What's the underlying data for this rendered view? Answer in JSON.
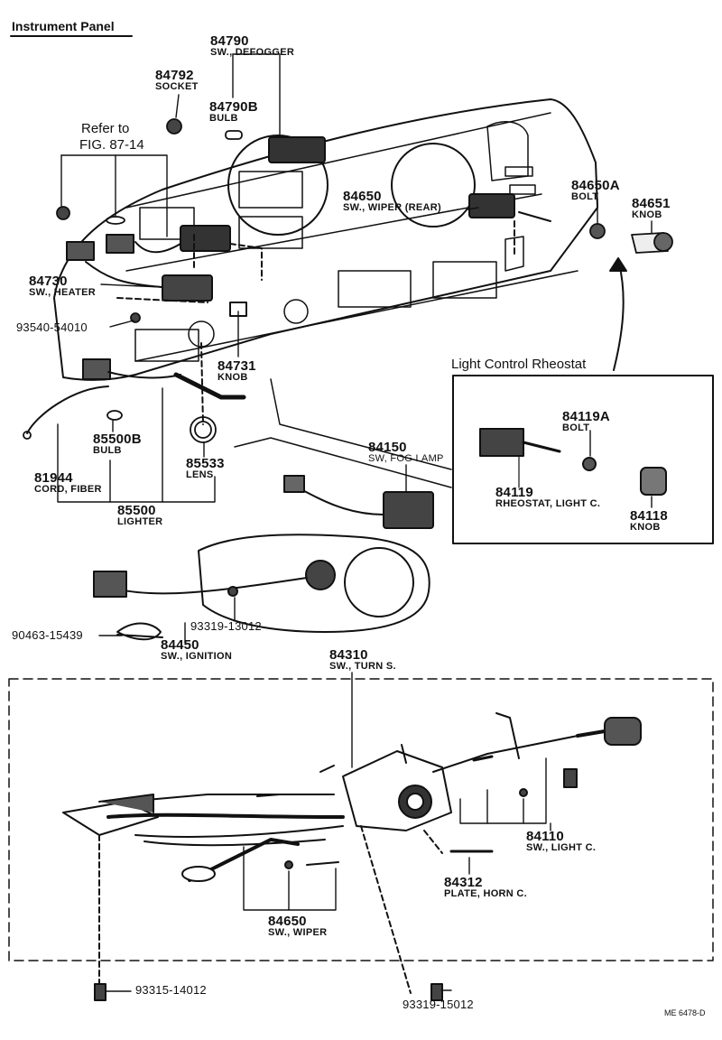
{
  "title": "Instrument Panel",
  "inset_title": "Light Control Rheostat",
  "doc_code": "ME 6478-D",
  "reference": {
    "line1": "Refer to",
    "line2": "FIG. 87-14"
  },
  "parts": [
    {
      "id": "p84790",
      "number": "84790",
      "name": "SW., DEFOGGER"
    },
    {
      "id": "p84792",
      "number": "84792",
      "name": "SOCKET"
    },
    {
      "id": "p84790b",
      "number": "84790B",
      "name": "BULB"
    },
    {
      "id": "p84650a",
      "number": "84650A",
      "name": "BOLT"
    },
    {
      "id": "p84651",
      "number": "84651",
      "name": "KNOB"
    },
    {
      "id": "p84650r",
      "number": "84650",
      "name": "SW., WIPER (REAR)"
    },
    {
      "id": "p84730",
      "number": "84730",
      "name": "SW., HEATER"
    },
    {
      "id": "p93540",
      "number": "93540-54010",
      "name": ""
    },
    {
      "id": "p84731",
      "number": "84731",
      "name": "KNOB"
    },
    {
      "id": "p85500b",
      "number": "85500B",
      "name": "BULB"
    },
    {
      "id": "p85533",
      "number": "85533",
      "name": "LENS"
    },
    {
      "id": "p81944",
      "number": "81944",
      "name": "CORD, FIBER"
    },
    {
      "id": "p85500",
      "number": "85500",
      "name": "LIGHTER"
    },
    {
      "id": "p84150",
      "number": "84150",
      "name": "SW, FOG LAMP"
    },
    {
      "id": "p84119a",
      "number": "84119A",
      "name": "BOLT"
    },
    {
      "id": "p84119",
      "number": "84119",
      "name": "RHEOSTAT, LIGHT C."
    },
    {
      "id": "p84118",
      "number": "84118",
      "name": "KNOB"
    },
    {
      "id": "p90463",
      "number": "90463-15439",
      "name": ""
    },
    {
      "id": "p93319a",
      "number": "93319-13012",
      "name": ""
    },
    {
      "id": "p84450",
      "number": "84450",
      "name": "SW., IGNITION"
    },
    {
      "id": "p84310",
      "number": "84310",
      "name": "SW., TURN S."
    },
    {
      "id": "p84110",
      "number": "84110",
      "name": "SW., LIGHT C."
    },
    {
      "id": "p84312",
      "number": "84312",
      "name": "PLATE, HORN C."
    },
    {
      "id": "p84650w",
      "number": "84650",
      "name": "SW., WIPER"
    },
    {
      "id": "p93315",
      "number": "93315-14012",
      "name": ""
    },
    {
      "id": "p93319b",
      "number": "93319-15012",
      "name": ""
    }
  ]
}
